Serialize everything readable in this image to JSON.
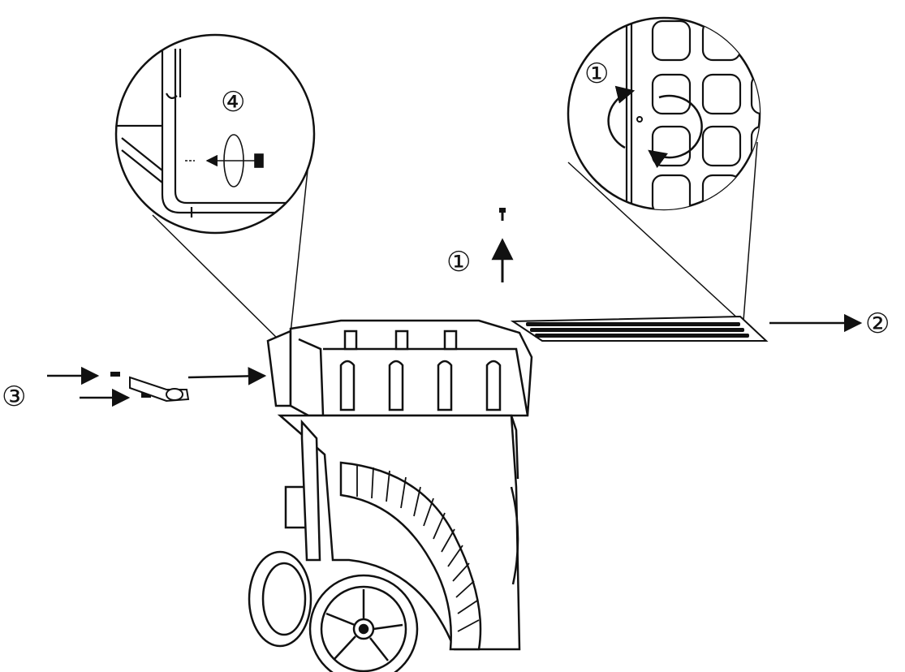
{
  "steps": {
    "remove_screw": "①",
    "remove_cover": "②",
    "attach_handle": "③",
    "fasten_screw": "④"
  },
  "detail_views": {
    "top_right_step": "①",
    "top_left_step": "④"
  },
  "colors": {
    "line": "#111111",
    "background": "#ffffff"
  }
}
